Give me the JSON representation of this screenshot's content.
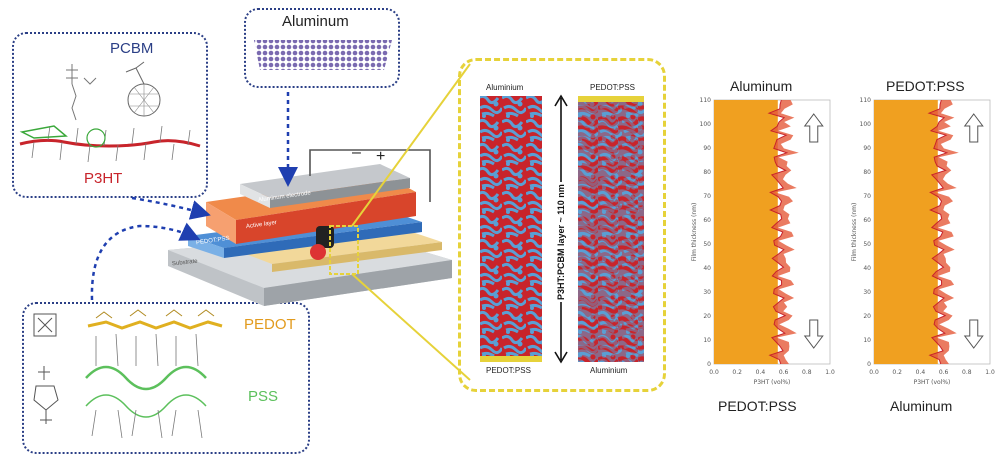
{
  "molecules": {
    "pcbm": "PCBM",
    "p3ht": "P3HT",
    "pedot": "PEDOT",
    "pss": "PSS",
    "aluminum_box": "Aluminum"
  },
  "device": {
    "minus": "–",
    "plus": "+",
    "layers": [
      "Aluminum electrode",
      "Active layer",
      "PEDOT:PSS",
      "Substrate"
    ]
  },
  "morphology": {
    "left_top": "Aluminium",
    "left_bottom": "PEDOT:PSS",
    "right_top": "PEDOT:PSS",
    "right_bottom": "Aluminium",
    "layer_label": "P3HT:PCBM layer ~ 110 nm"
  },
  "profiles": {
    "left_top_label": "Aluminum",
    "left_bottom_label": "PEDOT:PSS",
    "right_top_label": "PEDOT:PSS",
    "right_bottom_label": "Aluminum",
    "xlabel": "P3HT (vol%)",
    "ylabel": "Film thickness (nm)",
    "yticks": [
      "0",
      "10",
      "20",
      "30",
      "40",
      "50",
      "60",
      "70",
      "80",
      "90",
      "100",
      "110"
    ],
    "xticks": [
      "0.0",
      "0.2",
      "0.4",
      "0.6",
      "0.8",
      "1.0"
    ]
  },
  "colors": {
    "dotted": "#2b3f86",
    "yellow": "#e6d23a",
    "red": "#c8242b",
    "blue": "#5a9fd4",
    "orange": "#f0a020",
    "arrow_blue": "#1f3fb0"
  }
}
